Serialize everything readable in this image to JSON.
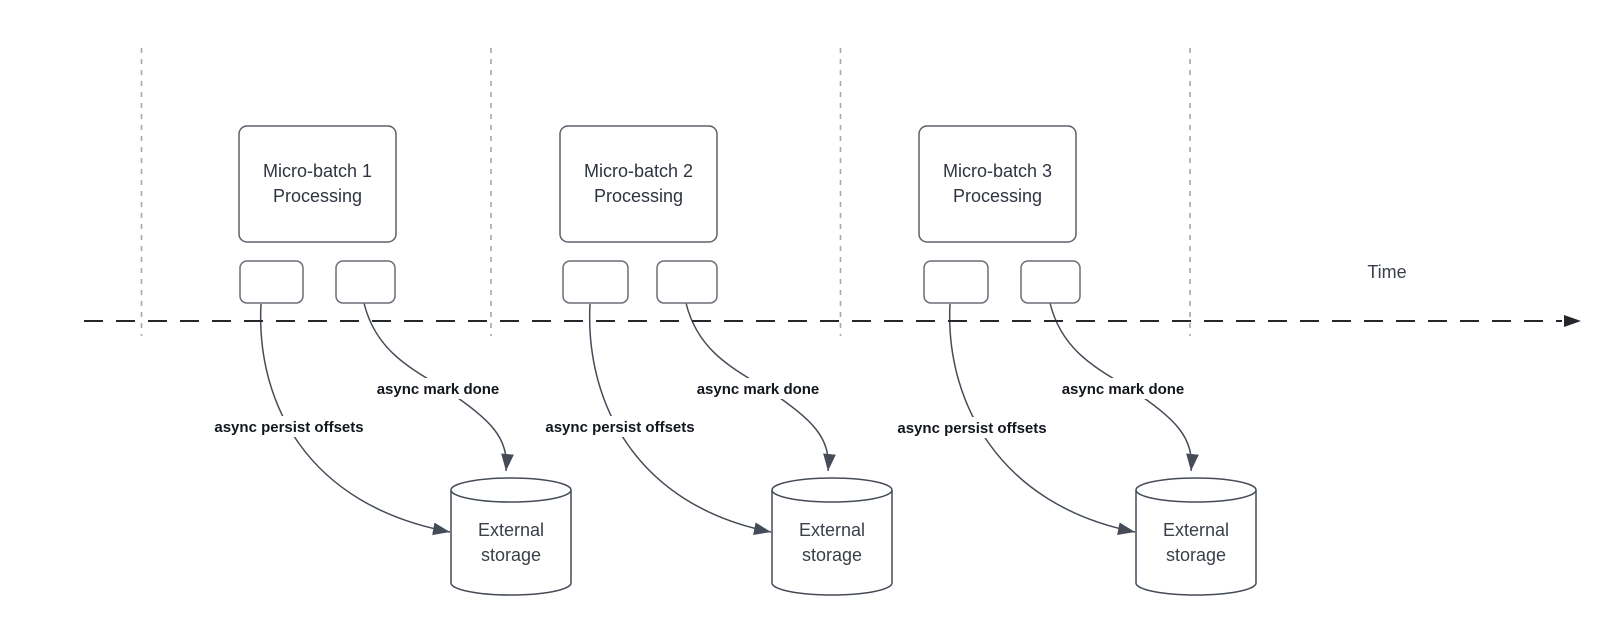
{
  "diagram": {
    "time_label": "Time",
    "columns": [
      {
        "process_line1": "Micro-batch 1",
        "process_line2": "Processing",
        "persist_label": "async persist offsets",
        "done_label": "async mark done",
        "storage_line1": "External",
        "storage_line2": "storage"
      },
      {
        "process_line1": "Micro-batch 2",
        "process_line2": "Processing",
        "persist_label": "async persist offsets",
        "done_label": "async mark done",
        "storage_line1": "External",
        "storage_line2": "storage"
      },
      {
        "process_line1": "Micro-batch 3",
        "process_line2": "Processing",
        "persist_label": "async persist offsets",
        "done_label": "async mark done",
        "storage_line1": "External",
        "storage_line2": "storage"
      }
    ],
    "colors": {
      "background": "#ffffff",
      "shape_stroke": "#454c57",
      "box_stroke": "#5c626b",
      "lane_divider": "#a5a8ac",
      "timeline": "#24272c",
      "box_text": "#2e3440",
      "label_text": "#12161d"
    }
  }
}
